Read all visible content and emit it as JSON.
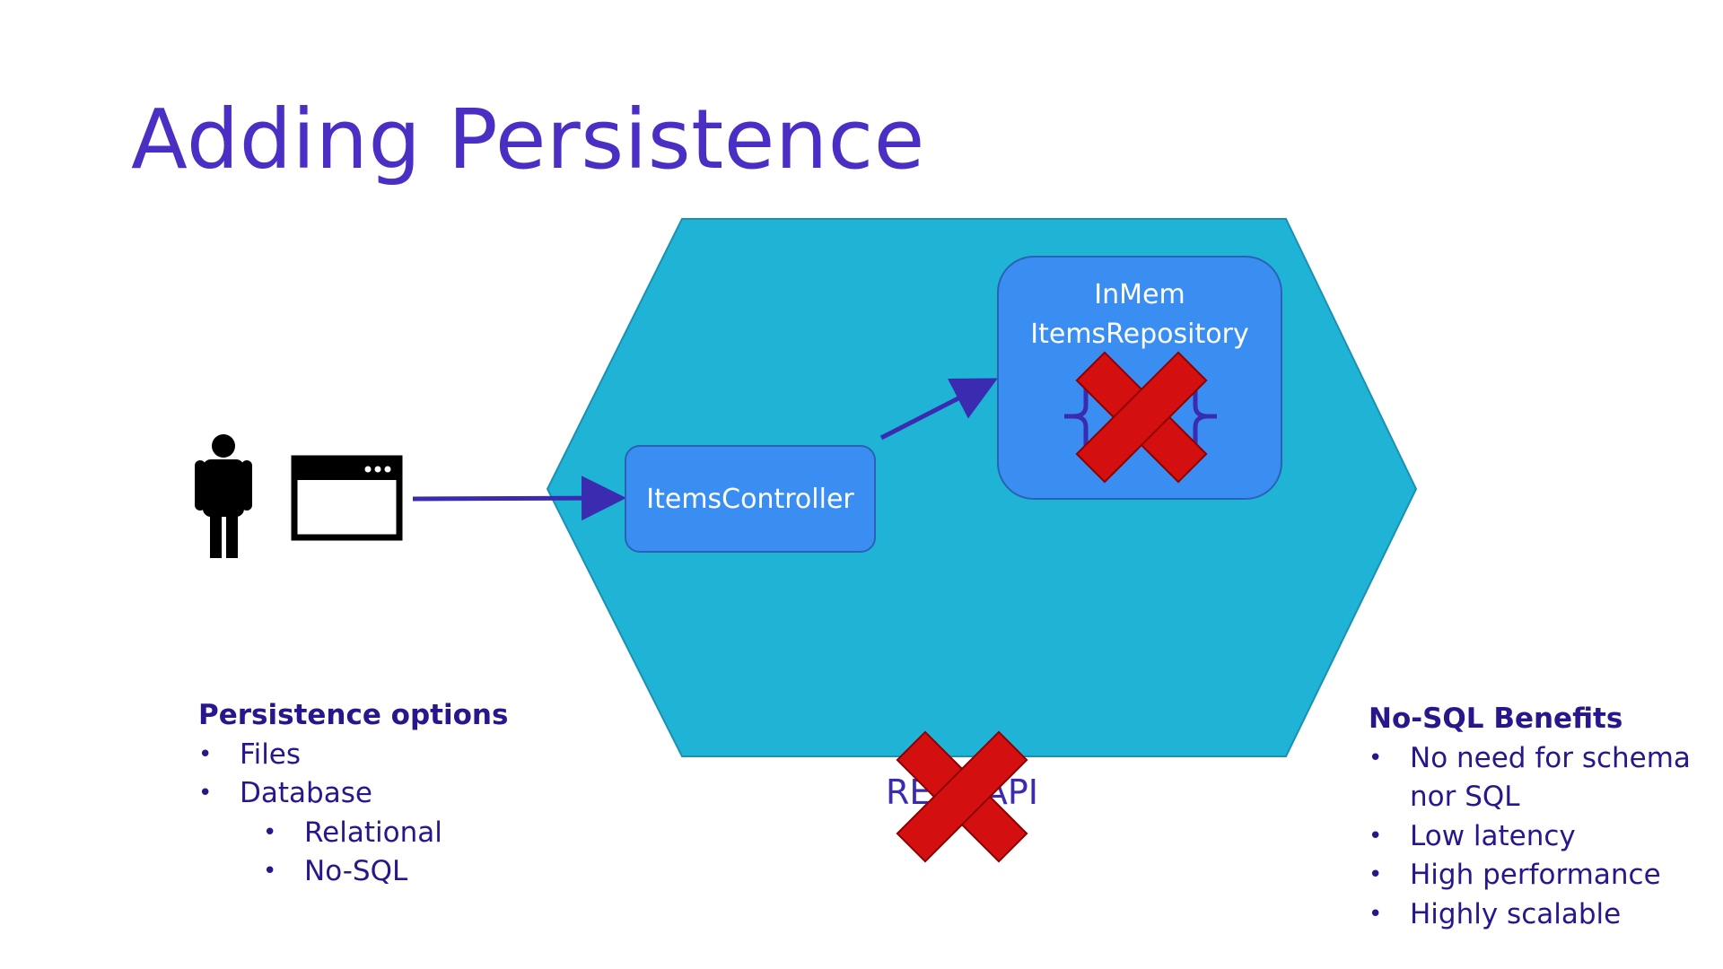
{
  "slide": {
    "title": "Adding Persistence"
  },
  "diagram": {
    "controller_label": "ItemsController",
    "repository_label_line1": "InMem",
    "repository_label_line2": "ItemsRepository",
    "api_label": "REST API",
    "colors": {
      "hexagon": "#1fb3d6",
      "box": "#3a8ef1",
      "arrow": "#3a2bb0",
      "cross": "#d40f0f",
      "title": "#4b2fc4",
      "text": "#29158c"
    },
    "icons": [
      "person-icon",
      "browser-window-icon",
      "json-braces-icon",
      "cross-icon"
    ]
  },
  "persistence_options": {
    "heading": "Persistence options",
    "items": [
      "Files",
      "Database",
      "Relational",
      "No-SQL"
    ]
  },
  "nosql_benefits": {
    "heading": "No-SQL Benefits",
    "items": [
      "No need for schema",
      "nor SQL",
      "Low latency",
      "High performance",
      "Highly scalable"
    ]
  }
}
